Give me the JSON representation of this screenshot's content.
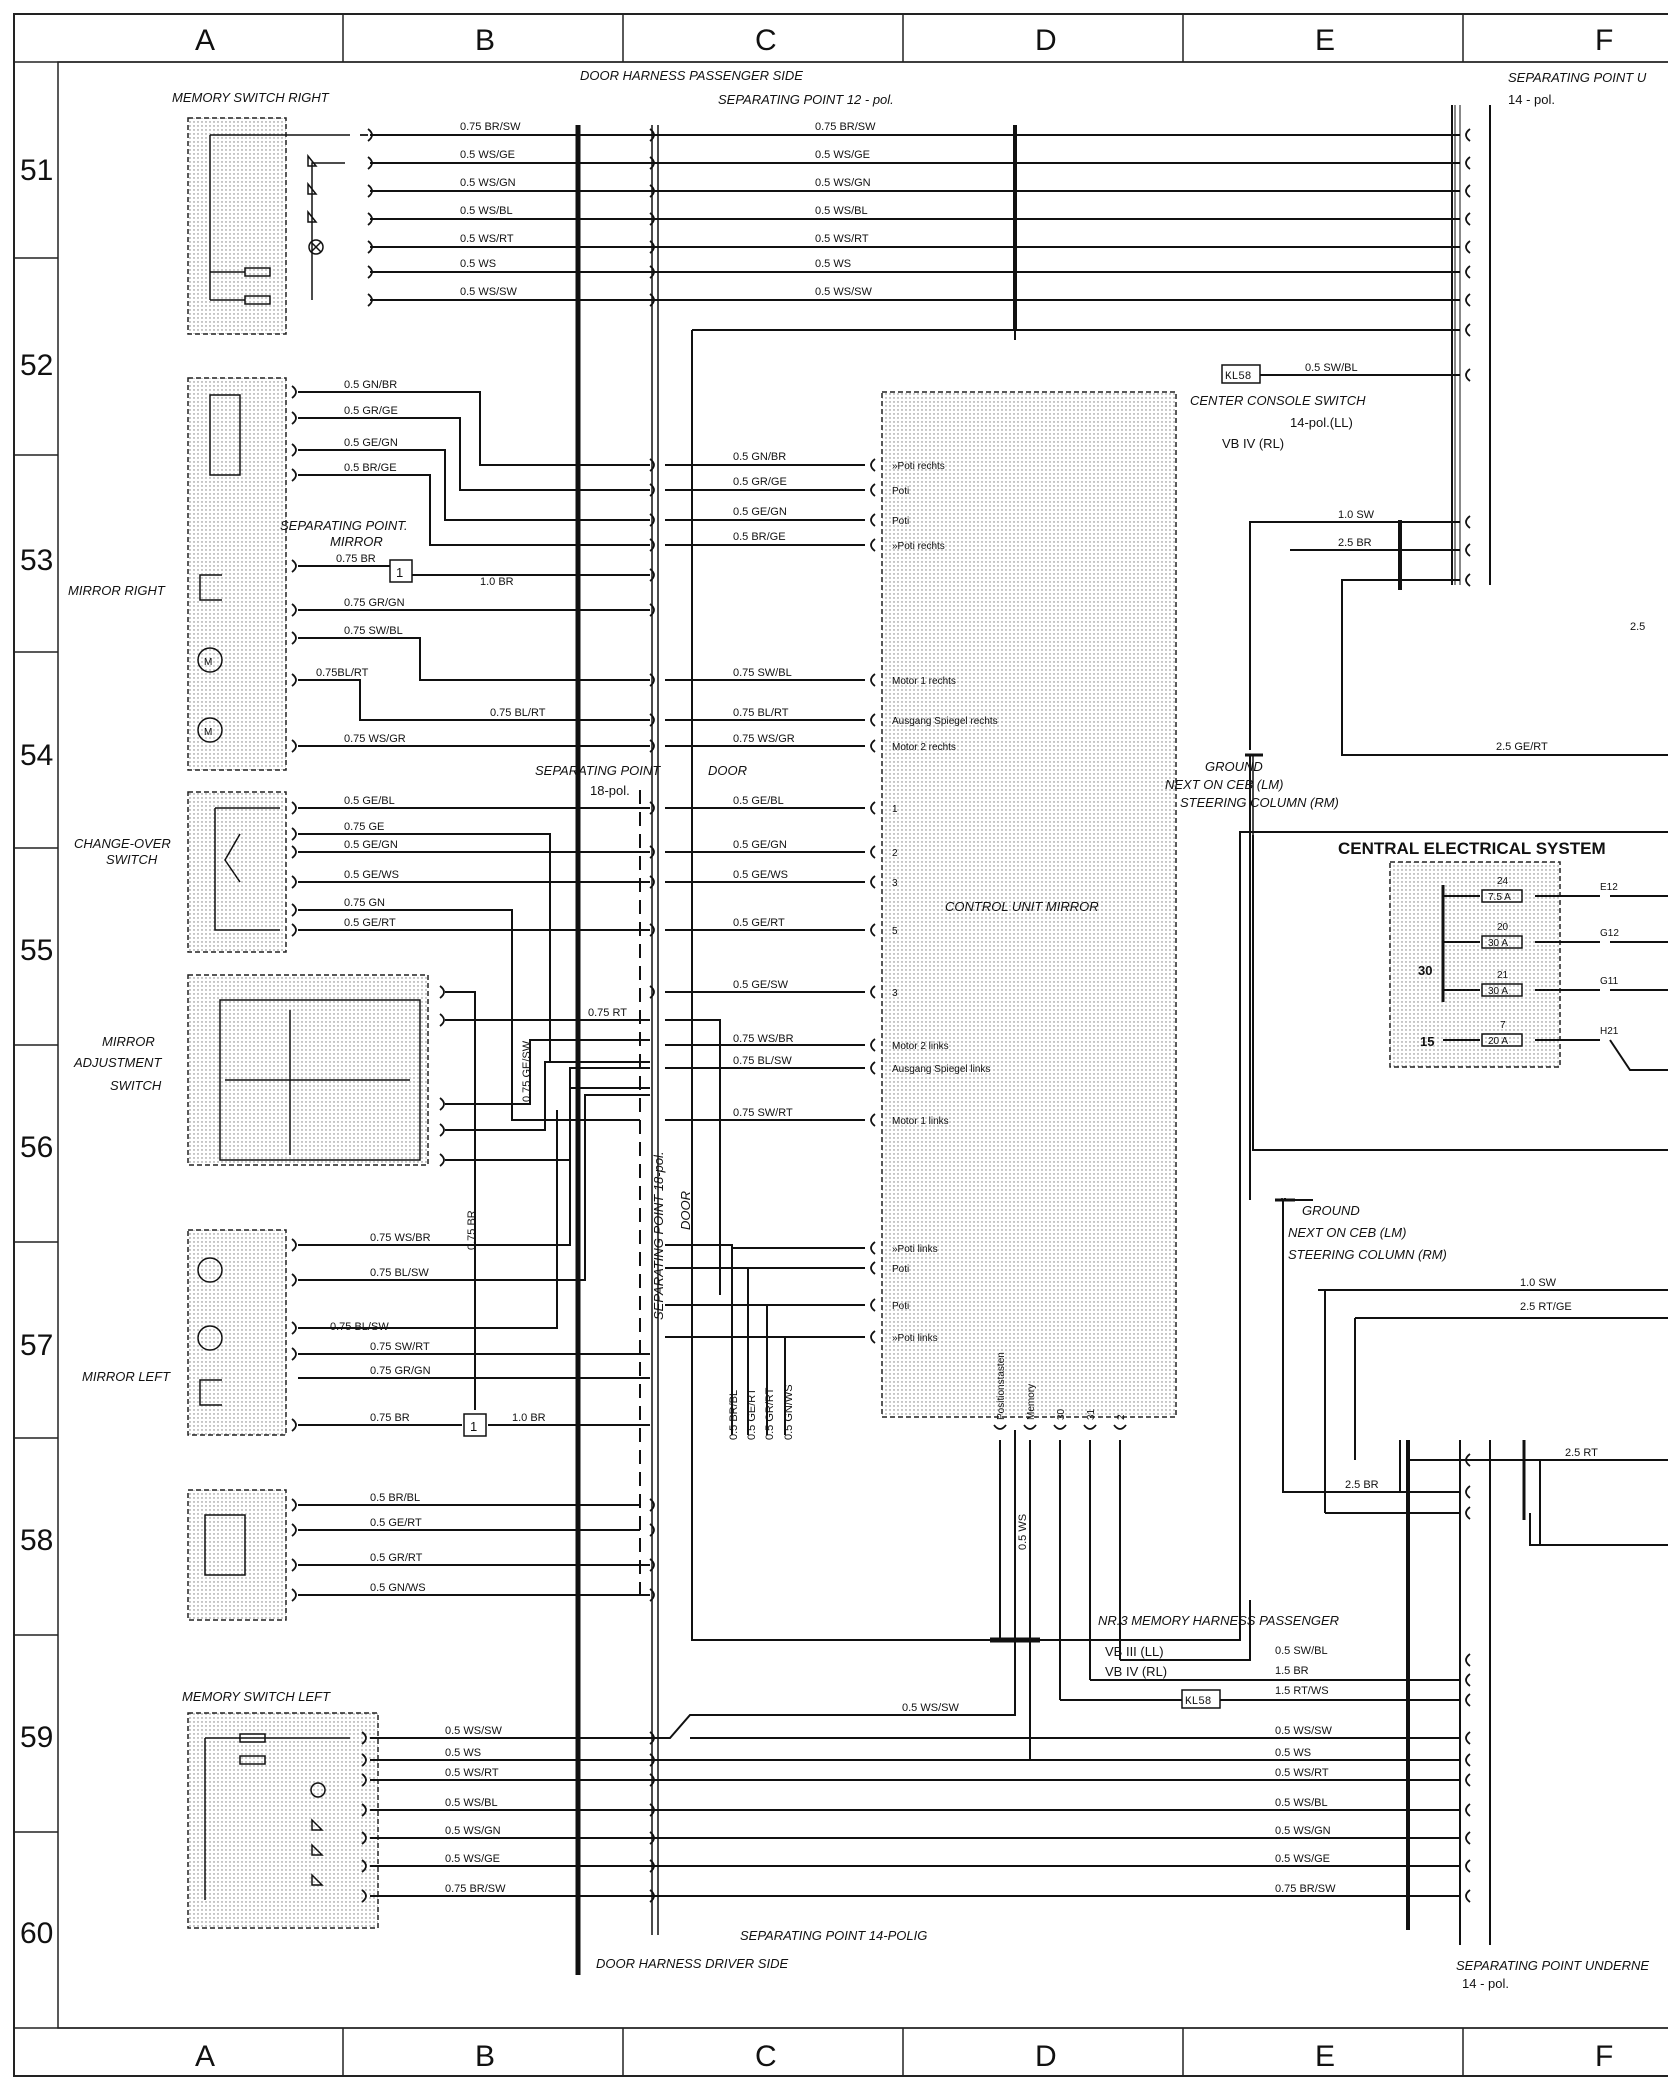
{
  "columns": [
    "A",
    "B",
    "C",
    "D",
    "E",
    "F"
  ],
  "rows": [
    "51",
    "52",
    "53",
    "54",
    "55",
    "56",
    "57",
    "58",
    "59",
    "60"
  ],
  "labels": {
    "memory_switch_right": "MEMORY SWITCH  RIGHT",
    "memory_switch_left": "MEMORY SWITCH LEFT",
    "door_harness_passenger": "DOOR HARNESS PASSENGER SIDE",
    "door_harness_driver": "DOOR HARNESS DRIVER SIDE",
    "sep_12pol": "SEPARATING POINT 12 - pol.",
    "sep_14polig": "SEPARATING POINT  14-POLIG",
    "sep_underneath_top": "SEPARATING POINT U",
    "sep_underneath_bottom": "SEPARATING POINT UNDERNE",
    "fourteen_pol": "14 - pol.",
    "sep_mirror_1": "SEPARATING POINT.",
    "sep_mirror_2": "MIRROR",
    "sep_door_18_1": "SEPARATING POINT",
    "sep_door_18_2": "DOOR",
    "eighteen_pol": "18-pol.",
    "sep_vertical": "SEPARATING POINT 18-pol.",
    "door_vertical": "DOOR",
    "mirror_right": "MIRROR RIGHT",
    "mirror_left": "MIRROR LEFT",
    "change_over_1": "CHANGE-OVER",
    "change_over_2": "SWITCH",
    "mirror_adj_1": "MIRROR",
    "mirror_adj_2": "ADJUSTMENT",
    "mirror_adj_3": "SWITCH",
    "control_unit": "CONTROL UNIT  MIRROR",
    "center_console_1": "CENTER CONSOLE SWITCH",
    "center_console_2": "14-pol.(LL)",
    "center_console_3": "VB IV (RL)",
    "kl58": "KL58",
    "ground": "GROUND",
    "ground_next": "NEXT ON CEB (LM)",
    "ground_steer": "STEERING COLUMN (RM)",
    "ces": "CENTRAL ELECTRICAL SYSTEM",
    "memory_harness": "NR.3  MEMORY HARNESS PASSENGER",
    "vb3": "VB III (LL)",
    "vb4": "VB IV  (RL)",
    "box_1": "1"
  },
  "fuses": [
    {
      "num": "24",
      "amp": "7.5 A",
      "out": "E12"
    },
    {
      "num": "20",
      "amp": "30 A",
      "out": "G12"
    },
    {
      "num": "21",
      "amp": "30 A",
      "out": "G11"
    },
    {
      "num": "7",
      "amp": "20 A",
      "out": "H21"
    }
  ],
  "fuse_terminals": [
    "30",
    "15"
  ],
  "cu_pins": [
    "»Poti rechts",
    "Poti",
    "Poti",
    "»Poti rechts",
    "Motor 1 rechts",
    "Ausgang Spiegel rechts",
    "Motor 2 rechts",
    "1",
    "2",
    "3",
    "3",
    "5",
    "Motor 2 links",
    "Ausgang Spiegel links",
    "Motor 1 links",
    "»Poti links",
    "Poti",
    "Poti",
    "»Poti links"
  ],
  "cu_bottom": [
    "Positionstasten",
    "Memory",
    "30",
    "31",
    "2"
  ],
  "wires": {
    "msr": [
      "0.75  BR/SW",
      "0.5   WS/GE",
      "0.5   WS/GN",
      "0.5   WS/BL",
      "0.5   WS/RT",
      "0.5   WS",
      "0.5   WS/SW"
    ],
    "msl": [
      "0.5   WS/SW",
      "0.5   WS",
      "0.5   WS/RT",
      "0.5   WS/BL",
      "0.5   WS/GN",
      "0.5   WS/GE",
      "0.75  BR/SW"
    ],
    "mr_top": [
      "0.5   GN/BR",
      "0.5   GR/GE",
      "0.5   GE/GN",
      "0.5   BR/GE"
    ],
    "cu_top": [
      "0.5   GN/BR",
      "0.5   GR/GE",
      "0.5   GE/GN",
      "0.5   BR/GE"
    ],
    "mr_mid": [
      "0.75  BR",
      "1.0   BR",
      "0.75  GR/GN",
      "0.75  SW/BL",
      "0.75BL/RT",
      "0.75  BL/RT",
      "0.75  WS/GR"
    ],
    "cu_mid": [
      "0.75  SW/BL",
      "0.75  BL/RT",
      "0.75  WS/GR"
    ],
    "cos": [
      "0.5   GE/BL",
      "0.75  GE",
      "0.5   GE/GN",
      "0.5   GE/WS",
      "0.75  GN",
      "0.5   GE/RT"
    ],
    "cu_cos": [
      "0.5   GE/BL",
      "0.5   GE/GN",
      "0.5   GE/WS",
      "0.5   GE/RT",
      "0.5   GE/SW"
    ],
    "cu_left": [
      "0.75  WS/BR",
      "0.75  BL/SW",
      "0.75  SW/RT"
    ],
    "mas": [
      "0.75  RT",
      "0.75  GE/SW",
      "0.75  BR"
    ],
    "ml": [
      "0.75  WS/BR",
      "0.75  BL/SW",
      "0.75  BL/SW",
      "0.75  SW/RT",
      "0.75  GR/GN",
      "0.75  BR",
      "1.0   BR"
    ],
    "m58": [
      "0.5   BR/BL",
      "0.5   GE/RT",
      "0.5   GR/RT",
      "0.5   GN/WS"
    ],
    "vert": [
      "0.5   BR/BL",
      "0.5   GE/RT",
      "0.5   GR/RT",
      "0.5   GN/WS"
    ],
    "d_ws": "0.5   WS",
    "d_ws_sw": "0.5   WS/SW",
    "kl58_wire": "0.5   SW/BL",
    "sw10": "1.0   SW",
    "br25": "2.5   BR",
    "br25b": "2.5",
    "gert": "2.5   GE/RT",
    "sw10b": "1.0   SW",
    "rtge": "2.5   RT/GE",
    "rt25": "2.5   RT",
    "br25c": "2.5   BR",
    "e_bot": [
      "0.5   SW/BL",
      "1.5   BR",
      "1.5   RT/WS",
      "0.5   WS/SW",
      "0.5   WS",
      "0.5   WS/RT",
      "0.5   WS/BL",
      "0.5   WS/GN",
      "0.5   WS/GE",
      "0.75  BR/SW"
    ]
  }
}
